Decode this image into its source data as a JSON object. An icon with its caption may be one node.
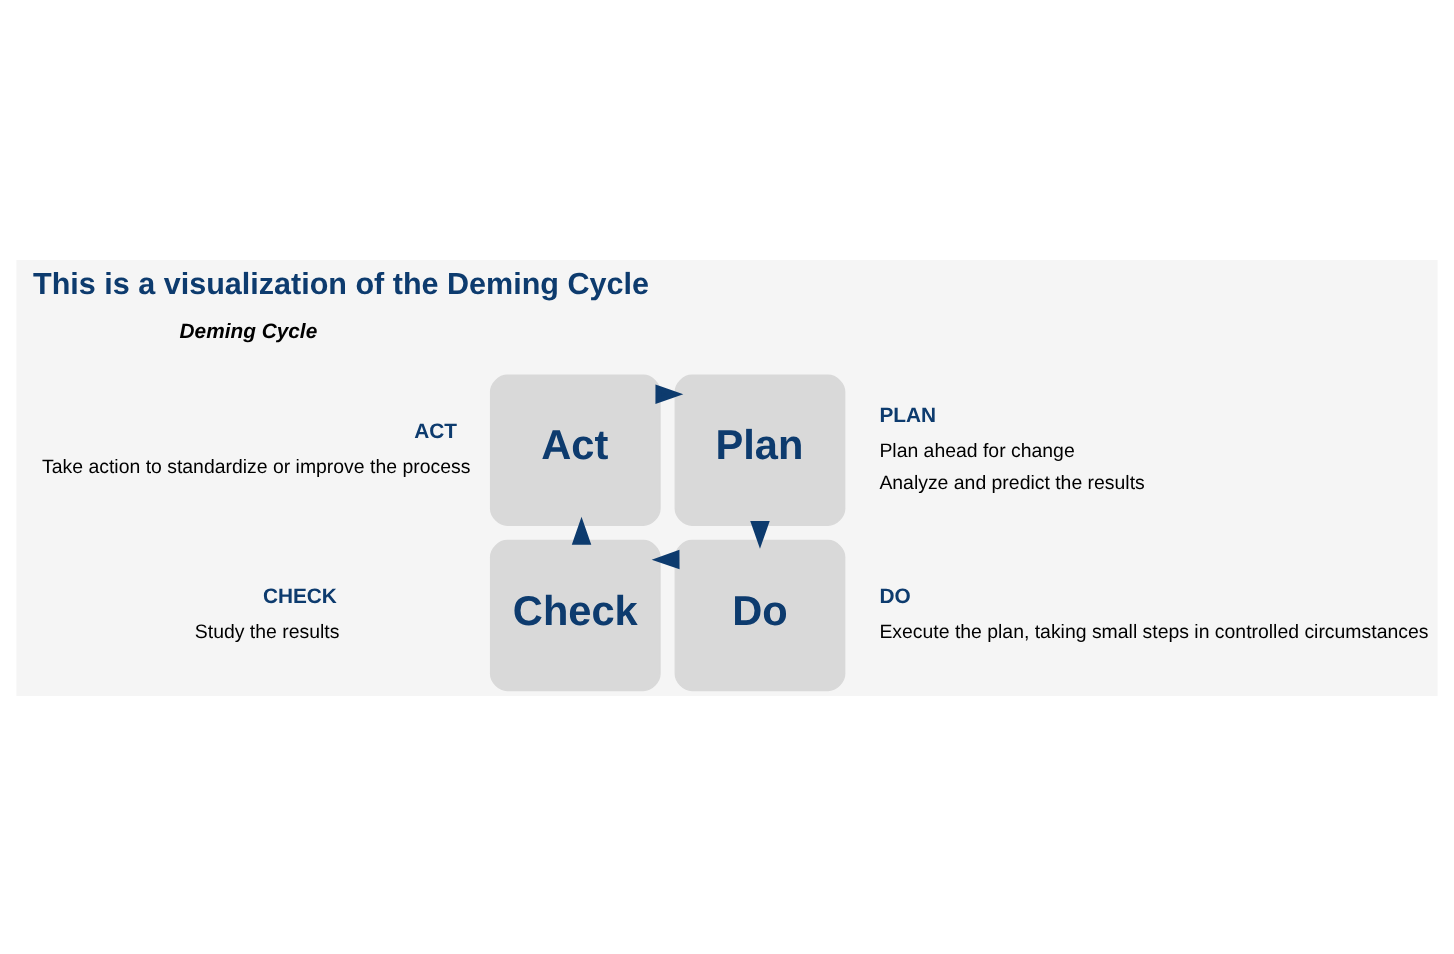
{
  "diagram": {
    "title": "This is a visualization of the Deming Cycle",
    "nodes": [
      {
        "text": [
          "Act"
        ],
        "beside": [
          "ACT",
          "Take action to standardize or improve the process"
        ]
      },
      {
        "text": [
          "Plan"
        ],
        "beside": [
          "PLAN",
          "Plan ahead for change",
          "Analyze and predict the results"
        ]
      },
      {
        "text": [
          "Check"
        ],
        "beside": [
          "CHECK",
          "Study the results"
        ]
      },
      {
        "text": [
          "Do"
        ],
        "beside": [
          "DO",
          "Execute the plan, taking small steps in controlled circumstances"
        ]
      }
    ],
    "edges": [
      {
        "from": 0,
        "to": 1,
        "arrow": "to"
      },
      {
        "from": 1,
        "to": 3,
        "arrow": "to"
      },
      {
        "from": 3,
        "to": 2,
        "arrow": "to"
      },
      {
        "from": 2,
        "to": 0,
        "arrow": "to"
      }
    ],
    "labels": [
      "Deming Cycle"
    ]
  }
}
